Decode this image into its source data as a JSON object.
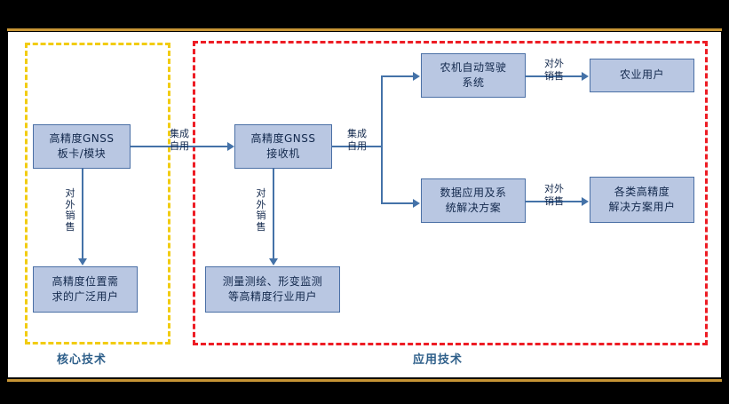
{
  "diagram": {
    "title_core": "核心技术",
    "title_app": "应用技术",
    "zones": [
      {
        "id": "core",
        "label": "核心技术",
        "border_color": "#f2cc12",
        "style": "dashed"
      },
      {
        "id": "app",
        "label": "应用技术",
        "border_color": "#ed1c24",
        "style": "dashed"
      }
    ],
    "colors": {
      "box_fill": "#b9c7e2",
      "box_border": "#4a6fa5",
      "box_text": "#12284c",
      "arrow": "#4472a8",
      "zone_core": "#f2cc12",
      "zone_app": "#ed1c24",
      "label_text": "#2e5f8a",
      "rule": "#c79535",
      "backdrop": "#000000",
      "canvas": "#ffffff"
    },
    "nodes": [
      {
        "id": "board",
        "line1": "高精度GNSS",
        "line2": "板卡/模块"
      },
      {
        "id": "recv",
        "line1": "高精度GNSS",
        "line2": "接收机"
      },
      {
        "id": "auto",
        "line1": "农机自动驾驶",
        "line2": "系统"
      },
      {
        "id": "agri",
        "line1": "农业用户",
        "line2": ""
      },
      {
        "id": "data",
        "line1": "数据应用及系",
        "line2": "统解决方案"
      },
      {
        "id": "sol",
        "line1": "各类高精度",
        "line2": "解决方案用户"
      },
      {
        "id": "wide",
        "line1": "高精度位置需",
        "line2": "求的广泛用户"
      },
      {
        "id": "survey",
        "line1": "测量测绘、形变监测",
        "line2": "等高精度行业用户"
      }
    ],
    "edges": [
      {
        "id": "board-recv",
        "from": "board",
        "to": "recv",
        "line1": "集成",
        "line2": "自用"
      },
      {
        "id": "recv-branch",
        "from": "recv",
        "to": "branch",
        "line1": "集成",
        "line2": "自用"
      },
      {
        "id": "auto-agri",
        "from": "auto",
        "to": "agri",
        "line1": "对外",
        "line2": "销售"
      },
      {
        "id": "data-sol",
        "from": "data",
        "to": "sol",
        "line1": "对外",
        "line2": "销售"
      },
      {
        "id": "board-wide",
        "from": "board",
        "to": "wide",
        "chars": [
          "对",
          "外",
          "销",
          "售"
        ]
      },
      {
        "id": "recv-survey",
        "from": "recv",
        "to": "survey",
        "chars": [
          "对",
          "外",
          "销",
          "售"
        ]
      }
    ]
  }
}
